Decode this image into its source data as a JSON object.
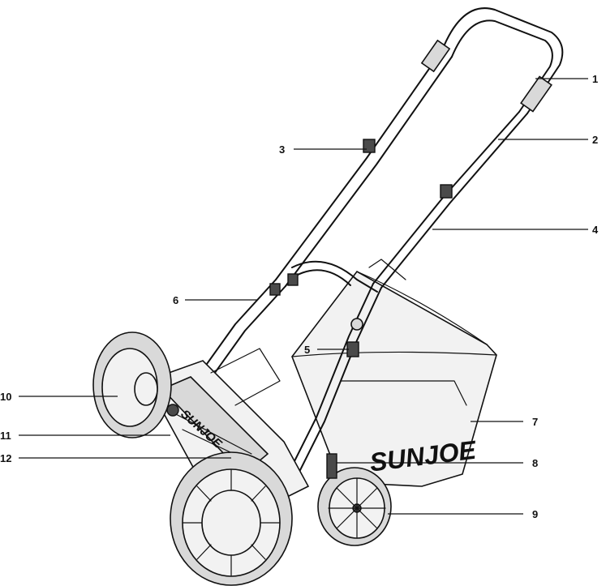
{
  "brand": {
    "bag_print": "SUNJOE",
    "deck_print": "SUNJOE"
  },
  "colors": {
    "ink": "#111111",
    "paper": "#ffffff",
    "shade": "#d9d9d9"
  },
  "callouts": [
    {
      "id": "1",
      "label": "1"
    },
    {
      "id": "2",
      "label": "2"
    },
    {
      "id": "3",
      "label": "3"
    },
    {
      "id": "4",
      "label": "4"
    },
    {
      "id": "5",
      "label": "5"
    },
    {
      "id": "6",
      "label": "6"
    },
    {
      "id": "7",
      "label": "7"
    },
    {
      "id": "8",
      "label": "8"
    },
    {
      "id": "9",
      "label": "9"
    },
    {
      "id": "10",
      "label": "10"
    },
    {
      "id": "11",
      "label": "11"
    },
    {
      "id": "12",
      "label": "12"
    }
  ]
}
